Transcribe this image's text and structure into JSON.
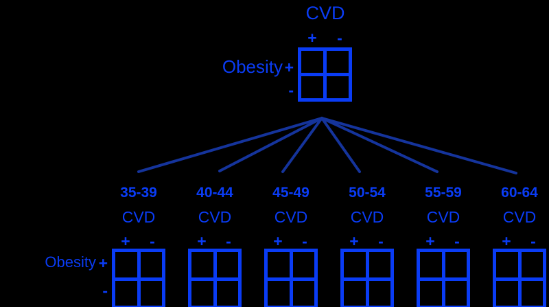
{
  "diagram": {
    "title_top": "CVD",
    "root": {
      "column_header": "CVD",
      "column_signs": [
        "+",
        "-"
      ],
      "row_header": "Obesity",
      "row_signs": [
        "+",
        "-"
      ]
    },
    "row_label": "Obesity",
    "row_signs": [
      "+",
      "-"
    ],
    "column_header": "CVD",
    "column_signs": [
      "+",
      "-"
    ],
    "strata": [
      {
        "age_group": "35-39",
        "column_header": "CVD",
        "column_signs": [
          "+",
          "-"
        ]
      },
      {
        "age_group": "40-44",
        "column_header": "CVD",
        "column_signs": [
          "+",
          "-"
        ]
      },
      {
        "age_group": "45-49",
        "column_header": "CVD",
        "column_signs": [
          "+",
          "-"
        ]
      },
      {
        "age_group": "50-54",
        "column_header": "CVD",
        "column_signs": [
          "+",
          "-"
        ]
      },
      {
        "age_group": "55-59",
        "column_header": "CVD",
        "column_signs": [
          "+",
          "-"
        ]
      },
      {
        "age_group": "60-64",
        "column_header": "CVD",
        "column_signs": [
          "+",
          "-"
        ]
      }
    ],
    "colors": {
      "background": "#000000",
      "foreground": "#0a3cf5",
      "connector": "#15349c"
    }
  }
}
